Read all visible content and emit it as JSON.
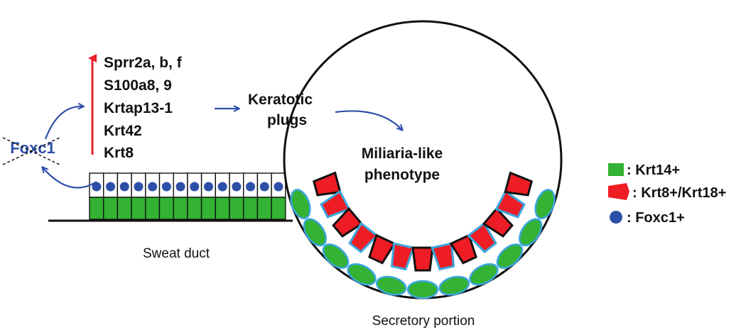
{
  "gene": "Foxc1",
  "upregulated_genes": [
    "Sprr2a, b, f",
    "S100a8, 9",
    "Krtap13-1",
    "Krt42",
    "Krt8"
  ],
  "keratotic_plugs": [
    "Keratotic",
    "plugs"
  ],
  "phenotype": [
    "Miliaria-like",
    "phenotype"
  ],
  "sweat_duct_label": "Sweat duct",
  "secretory_label": "Secretory portion",
  "legend": [
    {
      "label": ": Krt14+",
      "shape": "green-rect",
      "color": "#33b233"
    },
    {
      "label": ": Krt8+/Krt18+",
      "shape": "red-trapezoid",
      "color": "#ee1c24"
    },
    {
      "label": ": Foxc1+",
      "shape": "blue-dot",
      "color": "#2e4fa8"
    }
  ],
  "colors": {
    "arrow_blue": "#2e4fa8",
    "arrow_red": "#e8202a",
    "krt14_green": "#33b233",
    "krt8_red": "#ee1c24",
    "cell_outline_blue": "#3aa6dd",
    "foxc1_blue": "#2e4fa8"
  }
}
